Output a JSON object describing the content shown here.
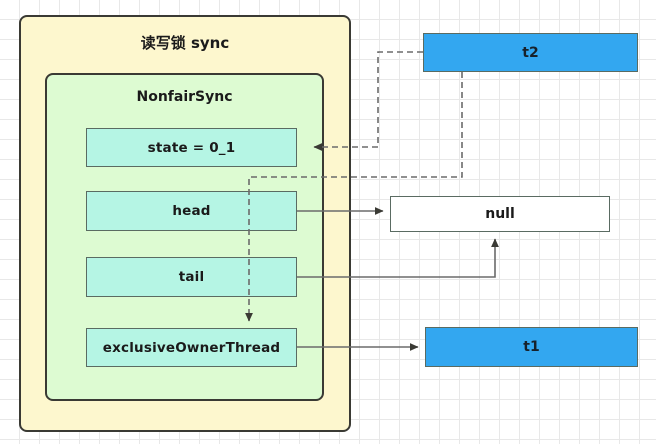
{
  "diagram": {
    "title": "读写锁 sync",
    "inner_title": "NonfairSync",
    "fields": [
      {
        "id": "state",
        "label": "state = 0_1"
      },
      {
        "id": "head",
        "label": "head"
      },
      {
        "id": "tail",
        "label": "tail"
      },
      {
        "id": "exclusiveOwnerThread",
        "label": "exclusiveOwnerThread"
      }
    ],
    "nodes": [
      {
        "id": "t2",
        "label": "t2"
      },
      {
        "id": "null",
        "label": "null"
      },
      {
        "id": "t1",
        "label": "t1"
      }
    ],
    "colors": {
      "outer_fill": "#fdf7ce",
      "inner_fill": "#ddfbd2",
      "field_fill": "#b5f5e4",
      "thread_fill": "#33a7f0",
      "null_fill": "#ffffff",
      "stroke": "#3a3a34",
      "connector": "#6b6b6b",
      "grid": "#e8e8e8"
    },
    "edges": [
      {
        "id": "t2-to-state",
        "from": "t2",
        "to": "state",
        "style": "dashed"
      },
      {
        "id": "t2-to-exclusiveOwnerThread",
        "from": "t2",
        "to": "exclusiveOwnerThread",
        "style": "dashed"
      },
      {
        "id": "head-to-null",
        "from": "head",
        "to": "null",
        "style": "solid"
      },
      {
        "id": "tail-to-null",
        "from": "tail",
        "to": "null",
        "style": "solid"
      },
      {
        "id": "exclusiveOwnerThread-to-t1",
        "from": "exclusiveOwnerThread",
        "to": "t1",
        "style": "solid"
      }
    ]
  }
}
